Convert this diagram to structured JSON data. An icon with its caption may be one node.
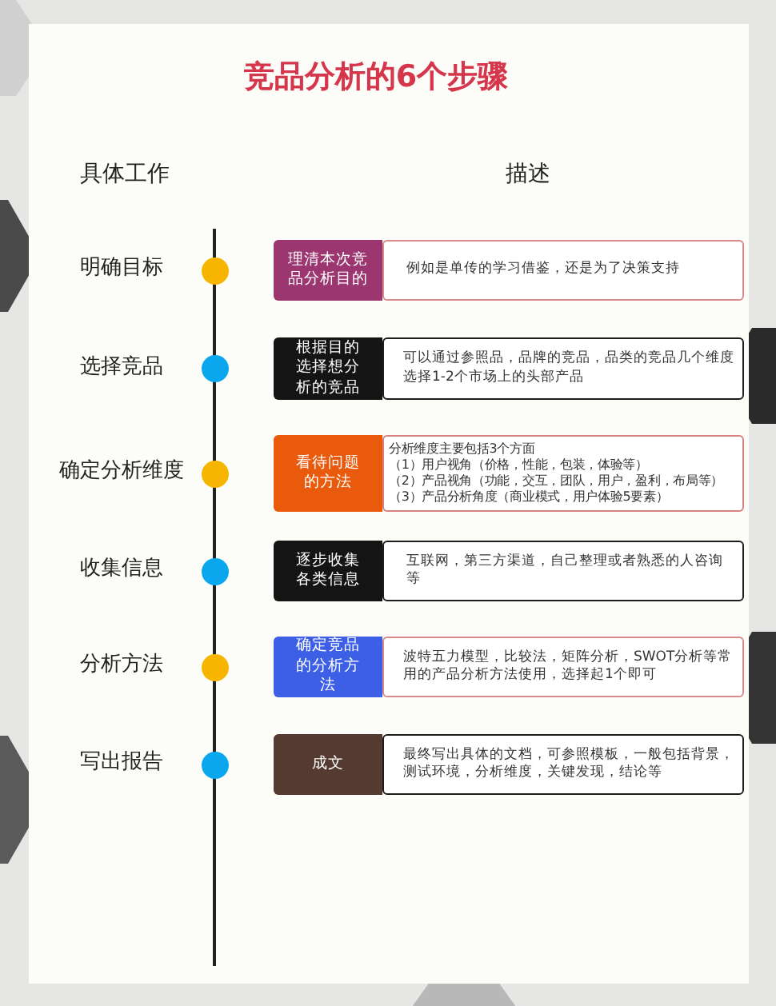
{
  "diagram": {
    "title": "竞品分析的6个步骤",
    "nodes": [
      {
        "text": [
          "理清本次竞品分析目的"
        ]
      },
      {
        "text": [
          "例如是单传的学习借鉴，还是为了决策支持"
        ]
      },
      {
        "text": [
          "根据目的选择想分析的竞品"
        ]
      },
      {
        "text": [
          "可以通过参照品，品牌的竞品，品类的竞品几个维度选择1-2个市场上的头部产品"
        ]
      },
      {
        "text": [
          "看待问题的方法"
        ]
      },
      {
        "text": [
          "分析维度主要包括3个方面",
          "（1）用户视角（价格，性能，包装，体验等）",
          "（2）产品视角（功能，交互，团队，用户，盈利，布局等）",
          "（3）产品分析角度（商业模式，用户体验5要素）"
        ]
      },
      {
        "text": [
          "逐步收集各类信息"
        ]
      },
      {
        "text": [
          "互联网，第三方渠道，自己整理或者熟悉的人咨询等"
        ]
      },
      {
        "text": [
          "确定竞品的分析方法"
        ]
      },
      {
        "text": [
          "波特五力模型，比较法，矩阵分析，SWOT分析等常用的产品分析方法使用，选择起1个即可"
        ]
      },
      {
        "text": [
          "成文"
        ]
      },
      {
        "text": [
          "最终写出具体的文档，可参照模板，一般包括背景，测试环境，分析维度，关键发现，结论等"
        ]
      }
    ],
    "edges": [],
    "labels": [
      "具体工作",
      "描述",
      "明确目标",
      "选择竞品",
      "确定分析维度",
      "收集信息",
      "分析方法",
      "写出报告"
    ]
  }
}
